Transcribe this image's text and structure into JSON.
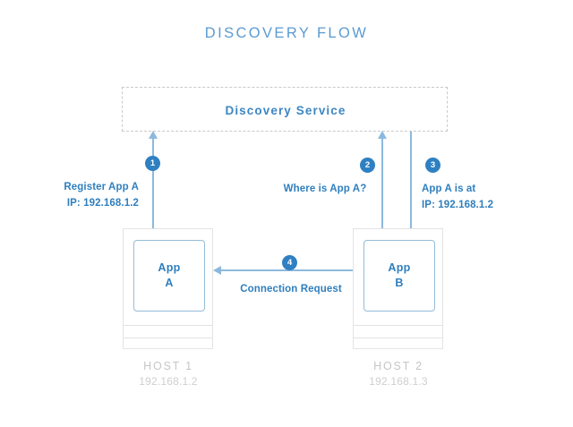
{
  "diagram": {
    "title": "DISCOVERY FLOW",
    "discovery_service": {
      "label": "Discovery Service"
    },
    "hosts": [
      {
        "id": "host-1",
        "name": "HOST 1",
        "ip": "192.168.1.2",
        "app_name": "App",
        "app_id": "A"
      },
      {
        "id": "host-2",
        "name": "HOST 2",
        "ip": "192.168.1.3",
        "app_name": "App",
        "app_id": "B"
      }
    ],
    "steps": [
      {
        "number": "1",
        "line1": "Register App A",
        "line2": "IP: 192.168.1.2",
        "direction": "up",
        "from": "host-1",
        "to": "discovery-service"
      },
      {
        "number": "2",
        "line1": "Where is App A?",
        "line2": "",
        "direction": "up",
        "from": "host-2",
        "to": "discovery-service"
      },
      {
        "number": "3",
        "line1": "App A is at",
        "line2": "IP: 192.168.1.2",
        "direction": "down",
        "from": "discovery-service",
        "to": "host-2"
      },
      {
        "number": "4",
        "line1": "Connection Request",
        "line2": "",
        "direction": "left",
        "from": "host-2",
        "to": "host-1"
      }
    ],
    "colors": {
      "title": "#5b9bd1",
      "accent_blue": "#2f7fbe",
      "badge_blue": "#2f80c2",
      "connector_blue": "#8cb9dd",
      "box_border": "#93bcd9",
      "host_border": "#e3e3e3",
      "dashed_border": "#c9c9c9",
      "caption_gray": "#c6c6c6",
      "background": "#ffffff"
    }
  }
}
